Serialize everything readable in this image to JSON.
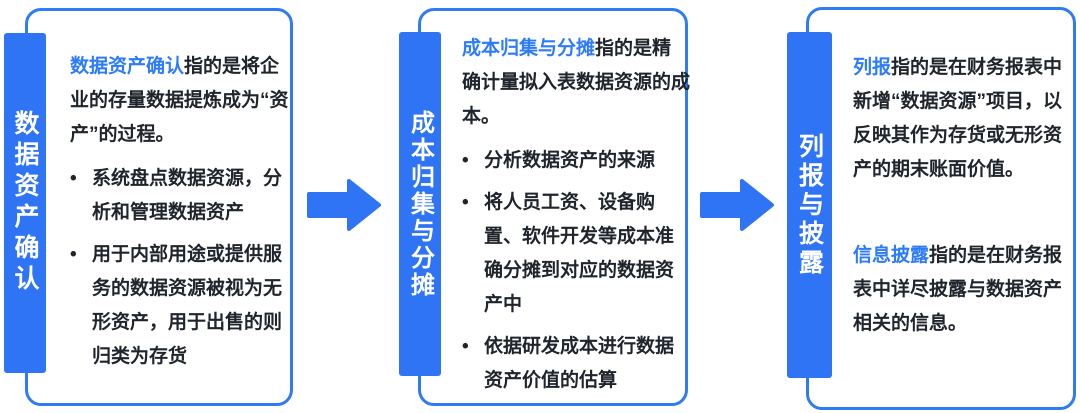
{
  "colors": {
    "accent": "#2E74F4",
    "panel-border": "#2F7BF6",
    "lead-text": "#2C7BFB",
    "body-text": "#20242C",
    "bar-text": "#FFFFFF",
    "panel-bg": "#FFFFFF"
  },
  "stages": [
    {
      "side_label": "数据资产确认",
      "intro_lead": "数据资产确认",
      "intro_rest": "指的是将企业的存量数据提炼成为“资产”的过程。",
      "bullet_marker": "•",
      "bullets": [
        "系统盘点数据资源，分析和管理数据资产",
        "用于内部用途或提供服务的数据资源被视为无形资产，用于出售的则归类为存货"
      ]
    },
    {
      "side_label": "成本归集与分摊",
      "intro_lead": "成本归集与分摊",
      "intro_rest": "指的是精确计量拟入表数据资源的成本。",
      "bullet_marker": "•",
      "bullets": [
        "分析数据资产的来源",
        "将人员工资、设备购置、软件开发等成本准确分摊到对应的数据资产中",
        "依据研发成本进行数据资产价值的估算"
      ]
    },
    {
      "side_label": "列报与披露",
      "paragraphs": [
        {
          "lead": "列报",
          "rest": "指的是在财务报表中新增“数据资源”项目，以反映其作为存货或无形资产的期末账面价值。"
        },
        {
          "lead": "信息披露",
          "rest": "指的是在财务报表中详尽披露与数据资产相关的信息。"
        }
      ]
    }
  ]
}
